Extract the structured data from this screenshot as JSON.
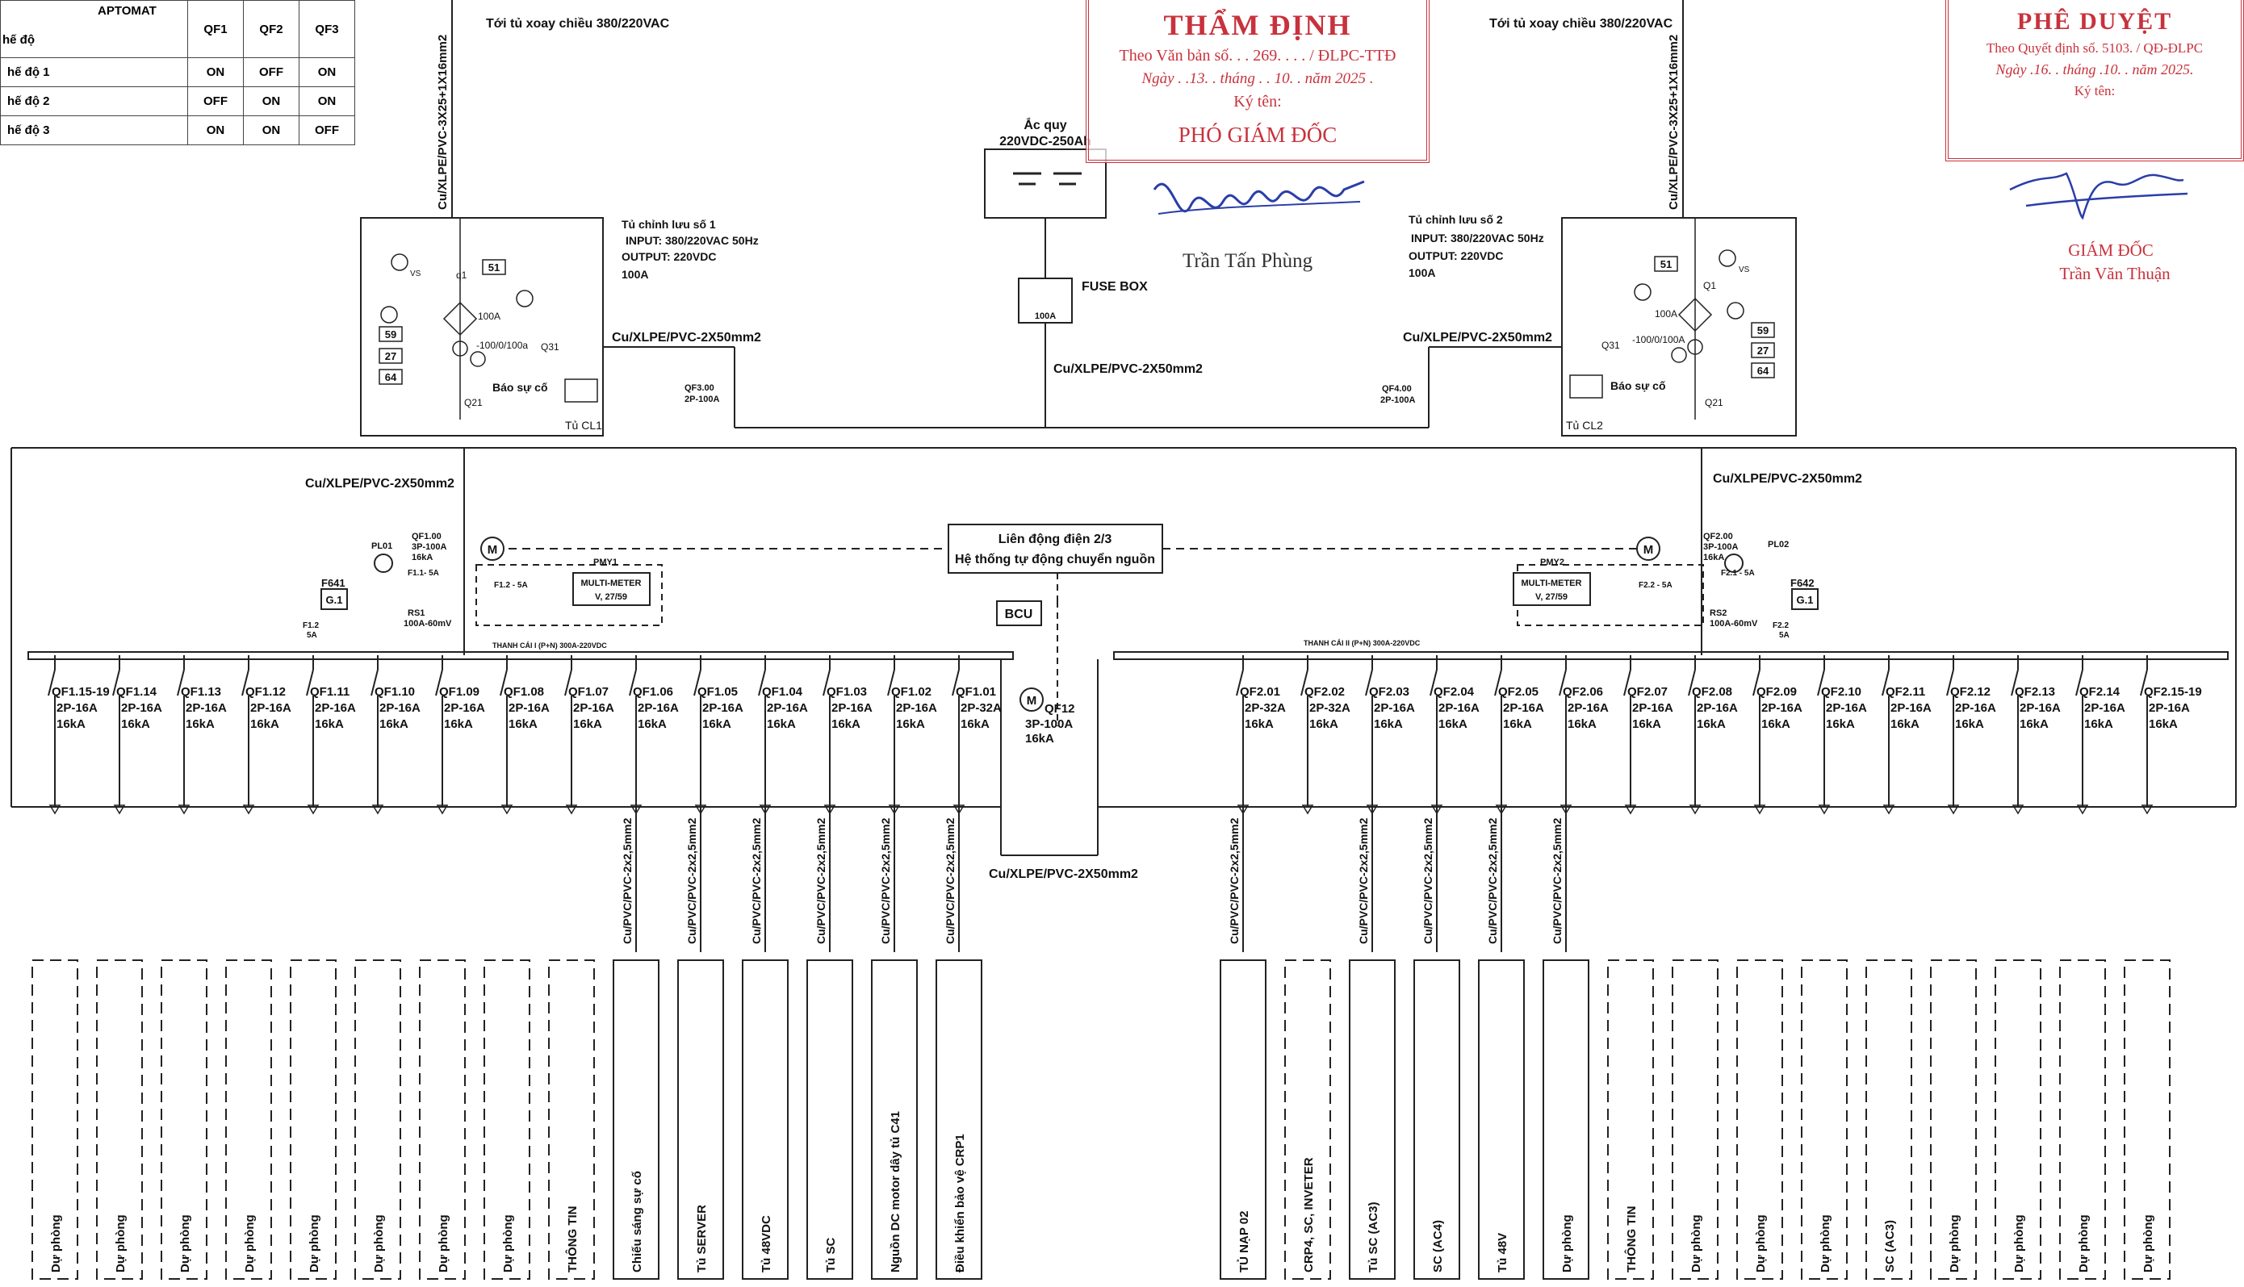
{
  "aptomat_table": {
    "header": [
      "APTOMAT",
      "QF1",
      "QF2",
      "QF3"
    ],
    "mode_label": "hế độ",
    "rows": [
      {
        "mode": "hế độ 1",
        "qf1": "ON",
        "qf2": "OFF",
        "qf3": "ON"
      },
      {
        "mode": "hế độ 2",
        "qf1": "OFF",
        "qf2": "ON",
        "qf3": "ON"
      },
      {
        "mode": "hế độ 3",
        "qf1": "ON",
        "qf2": "ON",
        "qf3": "OFF"
      }
    ]
  },
  "stamp_review": {
    "title": "THẨM ĐỊNH",
    "line1": "Theo Văn bản số. . . 269. . . . / ĐLPC-TTĐ",
    "line2": "Ngày . .13. . tháng . . 10. . năm 2025 .",
    "line3": "Ký tên:",
    "role": "PHÓ GIÁM ĐỐC",
    "signer": "Trần Tấn Phùng"
  },
  "stamp_approve": {
    "title": "PHÊ DUYỆT",
    "line1": "Theo Quyết định số. 5103. / QĐ-ĐLPC",
    "line2": "Ngày .16. . tháng .10. . năm 2025.",
    "line3": "Ký tên:",
    "role": "GIÁM ĐỐC",
    "signer": "Trần Văn Thuận"
  },
  "feeds": {
    "left_source": "Tới tủ xoay chiều 380/220VAC",
    "right_source": "Tới tủ xoay chiều 380/220VAC",
    "left_cable": "Cu/XLPE/PVC-3X25+1X16mm2",
    "right_cable": "Cu/XLPE/PVC-3X25+1X16mm2"
  },
  "rectifier_1": {
    "title": "Tủ chỉnh lưu số 1",
    "input": "INPUT: 380/220VAC 50Hz",
    "output": "OUTPUT: 220VDC",
    "current": "100A",
    "tag": "Tủ CL1",
    "fault": "Báo sự cố",
    "relays": [
      "51",
      "59",
      "27",
      "64"
    ],
    "q1": "q1",
    "q21": "Q21",
    "q31": "Q31",
    "vs": "VS",
    "rating": "100A",
    "shunt": "-100/0/100a"
  },
  "rectifier_2": {
    "title": "Tủ chỉnh lưu số 2",
    "input": "INPUT: 380/220VAC 50Hz",
    "output": "OUTPUT: 220VDC",
    "current": "100A",
    "tag": "Tủ CL2",
    "fault": "Báo sự cố",
    "relays": [
      "51",
      "59",
      "27",
      "64"
    ],
    "q1": "Q1",
    "q21": "Q21",
    "q31": "Q31",
    "vs": "VS",
    "rating": "100A",
    "shunt": "-100/0/100A"
  },
  "battery": {
    "label1": "Ắc quy",
    "label2": "220VDC-250Ah"
  },
  "fuse_box": {
    "label": "FUSE BOX",
    "rating": "100A"
  },
  "cables": {
    "dc_main": "Cu/XLPE/PVC-2X50mm2",
    "bottom": "Cu/XLPE/PVC-2X50mm2"
  },
  "breakers_top": {
    "qf3": [
      "QF3.00",
      "2P-100A"
    ],
    "qf4": [
      "QF4.00",
      "2P-100A"
    ]
  },
  "ats": {
    "line1": "Liên động điện 2/3",
    "line2": "Hệ thống tự động chuyển nguồn",
    "bcu": "BCU"
  },
  "section_1": {
    "qf": [
      "QF1.00",
      "3P-100A",
      "16kA"
    ],
    "pl": "PL01",
    "fuse": "F1.1- 5A",
    "f12": [
      "F1.2",
      "5A"
    ],
    "fuse_m": "F1.2 - 5A",
    "meter_tag": "PMY1",
    "meter": [
      "MULTI-METER",
      "V, 27/59"
    ],
    "shunt": [
      "RS1",
      "100A-60mV"
    ],
    "relay": [
      "F641",
      "G.1"
    ],
    "bus": "THANH CÁI I (P+N) 300A-220VDC"
  },
  "section_2": {
    "qf": [
      "QF2.00",
      "3P-100A",
      "16kA"
    ],
    "pl": "PL02",
    "fuse": "F2.1 - 5A",
    "f22": [
      "F2.2",
      "5A"
    ],
    "fuse_m": "F2.2 - 5A",
    "meter_tag": "PMY2",
    "meter": [
      "MULTI-METER",
      "V, 27/59"
    ],
    "shunt": [
      "RS2",
      "100A-60mV"
    ],
    "relay": [
      "F642",
      "G.1"
    ],
    "bus": "THANH CÁI II (P+N) 300A-220VDC"
  },
  "tie": {
    "name": "QF12",
    "rating": "3P-100A",
    "ka": "16kA"
  },
  "feeders_left": [
    {
      "qf": "QF1.15-19",
      "r": "2P-16A",
      "ka": "16kA",
      "cable": "",
      "load": "Dự phòng"
    },
    {
      "qf": "QF1.14",
      "r": "2P-16A",
      "ka": "16kA",
      "cable": "",
      "load": "Dự phòng"
    },
    {
      "qf": "QF1.13",
      "r": "2P-16A",
      "ka": "16kA",
      "cable": "",
      "load": "Dự phòng"
    },
    {
      "qf": "QF1.12",
      "r": "2P-16A",
      "ka": "16kA",
      "cable": "",
      "load": "Dự phòng"
    },
    {
      "qf": "QF1.11",
      "r": "2P-16A",
      "ka": "16kA",
      "cable": "",
      "load": "Dự phòng"
    },
    {
      "qf": "QF1.10",
      "r": "2P-16A",
      "ka": "16kA",
      "cable": "",
      "load": "Dự phòng"
    },
    {
      "qf": "QF1.09",
      "r": "2P-16A",
      "ka": "16kA",
      "cable": "",
      "load": "Dự phòng"
    },
    {
      "qf": "QF1.08",
      "r": "2P-16A",
      "ka": "16kA",
      "cable": "",
      "load": "Dự phòng"
    },
    {
      "qf": "QF1.07",
      "r": "2P-16A",
      "ka": "16kA",
      "cable": "",
      "load": "THÔNG TIN"
    },
    {
      "qf": "QF1.06",
      "r": "2P-16A",
      "ka": "16kA",
      "cable": "Cu/PVC/PVC-2x2,5mm2",
      "load": "Chiếu sáng sự cố"
    },
    {
      "qf": "QF1.05",
      "r": "2P-16A",
      "ka": "16kA",
      "cable": "Cu/PVC/PVC-2x2,5mm2",
      "load": "Tủ SERVER"
    },
    {
      "qf": "QF1.04",
      "r": "2P-16A",
      "ka": "16kA",
      "cable": "Cu/PVC/PVC-2x2,5mm2",
      "load": "Tủ 48VDC"
    },
    {
      "qf": "QF1.03",
      "r": "2P-16A",
      "ka": "16kA",
      "cable": "Cu/PVC/PVC-2x2,5mm2",
      "load": "Tủ SC"
    },
    {
      "qf": "QF1.02",
      "r": "2P-16A",
      "ka": "16kA",
      "cable": "Cu/PVC/PVC-2x2,5mm2",
      "load": "Nguồn DC motor dây tủ C41"
    },
    {
      "qf": "QF1.01",
      "r": "2P-32A",
      "ka": "16kA",
      "cable": "Cu/PVC/PVC-2x2,5mm2",
      "load": "Điều khiển bảo vệ CRP1"
    }
  ],
  "feeders_right": [
    {
      "qf": "QF2.01",
      "r": "2P-32A",
      "ka": "16kA",
      "cable": "Cu/PVC/PVC-2x2,5mm2",
      "load": "TỦ NẠP 02"
    },
    {
      "qf": "QF2.02",
      "r": "2P-32A",
      "ka": "16kA",
      "cable": "",
      "load": "CRP4, SC, INVETER"
    },
    {
      "qf": "QF2.03",
      "r": "2P-16A",
      "ka": "16kA",
      "cable": "Cu/PVC/PVC-2x2,5mm2",
      "load": "Tủ SC (AC3)"
    },
    {
      "qf": "QF2.04",
      "r": "2P-16A",
      "ka": "16kA",
      "cable": "Cu/PVC/PVC-2x2,5mm2",
      "load": "SC (AC4)"
    },
    {
      "qf": "QF2.05",
      "r": "2P-16A",
      "ka": "16kA",
      "cable": "Cu/PVC/PVC-2x2,5mm2",
      "load": "Tủ 48V"
    },
    {
      "qf": "QF2.06",
      "r": "2P-16A",
      "ka": "16kA",
      "cable": "Cu/PVC/PVC-2x2,5mm2",
      "load": "Dự phòng"
    },
    {
      "qf": "QF2.07",
      "r": "2P-16A",
      "ka": "16kA",
      "cable": "",
      "load": "THÔNG TIN"
    },
    {
      "qf": "QF2.08",
      "r": "2P-16A",
      "ka": "16kA",
      "cable": "",
      "load": "Dự phòng"
    },
    {
      "qf": "QF2.09",
      "r": "2P-16A",
      "ka": "16kA",
      "cable": "",
      "load": "Dự phòng"
    },
    {
      "qf": "QF2.10",
      "r": "2P-16A",
      "ka": "16kA",
      "cable": "",
      "load": "Dự phòng"
    },
    {
      "qf": "QF2.11",
      "r": "2P-16A",
      "ka": "16kA",
      "cable": "",
      "load": "SC (AC3)"
    },
    {
      "qf": "QF2.12",
      "r": "2P-16A",
      "ka": "16kA",
      "cable": "",
      "load": "Dự phòng"
    },
    {
      "qf": "QF2.13",
      "r": "2P-16A",
      "ka": "16kA",
      "cable": "",
      "load": "Dự phòng"
    },
    {
      "qf": "QF2.14",
      "r": "2P-16A",
      "ka": "16kA",
      "cable": "",
      "load": "Dự phòng"
    },
    {
      "qf": "QF2.15-19",
      "r": "2P-16A",
      "ka": "16kA",
      "cable": "",
      "load": "Dự phòng"
    }
  ]
}
